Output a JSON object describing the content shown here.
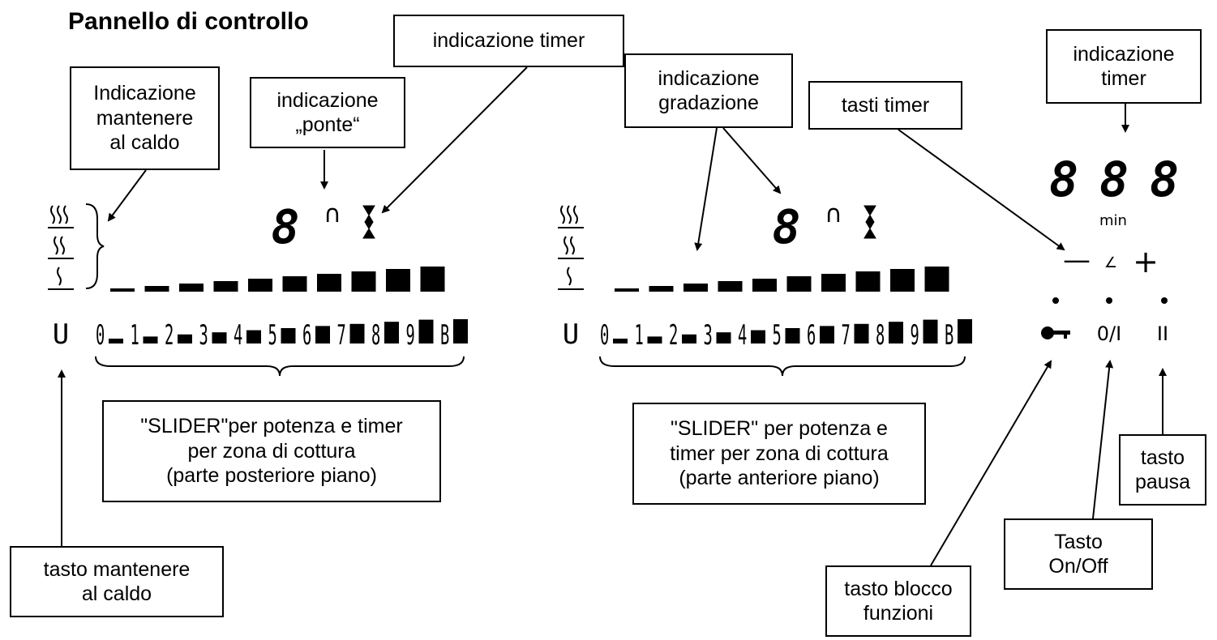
{
  "title": "Pannello di controllo",
  "callouts": {
    "keep_warm_indicator": [
      "Indicazione",
      "mantenere",
      "al caldo"
    ],
    "bridge_indicator": [
      "indicazione",
      "„ponte“"
    ],
    "timer_indicator_top": [
      "indicazione timer"
    ],
    "level_indicator": [
      "indicazione",
      "gradazione"
    ],
    "timer_keys": [
      "tasti timer"
    ],
    "timer_indicator_right": [
      "indicazione",
      "timer"
    ],
    "slider_rear": [
      "\"SLIDER\"per potenza e timer",
      "per zona di cottura",
      "(parte posteriore piano)"
    ],
    "slider_front": [
      "\"SLIDER\" per potenza e",
      "timer per zona di cottura",
      "(parte anteriore piano)"
    ],
    "keep_warm_key": [
      "tasto mantenere",
      "al caldo"
    ],
    "lock_key": [
      "tasto blocco",
      "funzioni"
    ],
    "on_off_key": [
      "Tasto",
      "On/Off"
    ],
    "pause_key": [
      "tasto",
      "pausa"
    ]
  },
  "panel": {
    "zone_display_digit": "8",
    "bridge_symbol": "∩",
    "slider_labels": [
      "0",
      "1",
      "2",
      "3",
      "4",
      "5",
      "6",
      "7",
      "8",
      "9",
      "B"
    ],
    "keep_warm_symbol": "U",
    "timer_digits": [
      "8",
      "8",
      "8"
    ],
    "timer_unit": "min",
    "minus_symbol": "—",
    "plus_symbol": "+",
    "clock_symbol": "∠",
    "lock_key_icon": "key-icon",
    "on_off_label": "0/I",
    "pause_label": "II"
  }
}
